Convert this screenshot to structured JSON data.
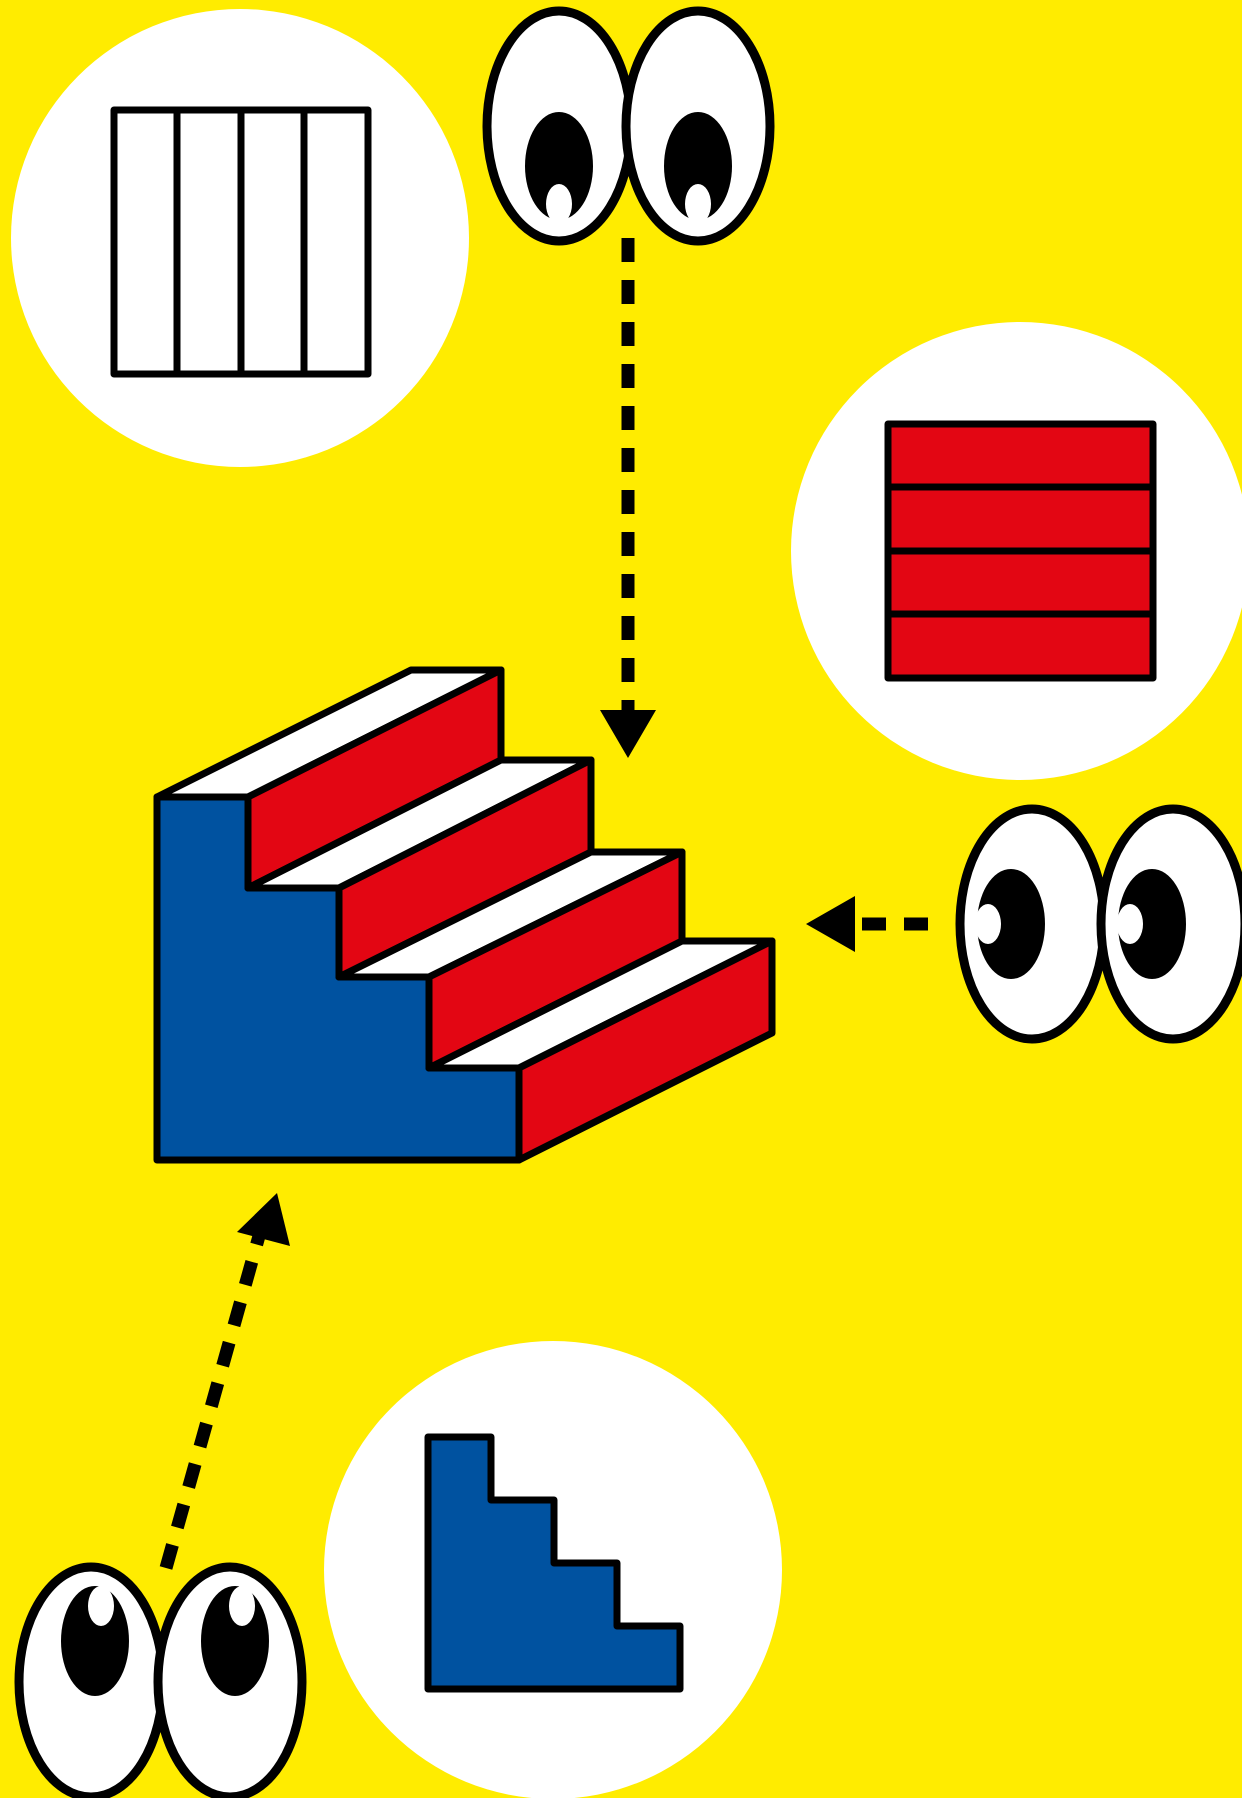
{
  "colors": {
    "background": "#FFEC00",
    "front_face": "#0052A0",
    "riser": "#E30613",
    "tread": "#FFFFFF",
    "outline": "#000000",
    "bubble": "#FFFFFF"
  },
  "figure": {
    "object": "staircase",
    "step_count": 4,
    "views": [
      {
        "name": "top-view",
        "shape": "four-vertical-strips",
        "fill": "tread",
        "viewer_direction": "down"
      },
      {
        "name": "side-view",
        "shape": "four-horizontal-strips",
        "fill": "riser",
        "viewer_direction": "left"
      },
      {
        "name": "front-view",
        "shape": "staircase-profile",
        "fill": "front_face",
        "viewer_direction": "up"
      }
    ],
    "icons": [
      "eyes-top-icon",
      "eyes-right-icon",
      "eyes-bottom-icon",
      "staircase-icon"
    ]
  }
}
